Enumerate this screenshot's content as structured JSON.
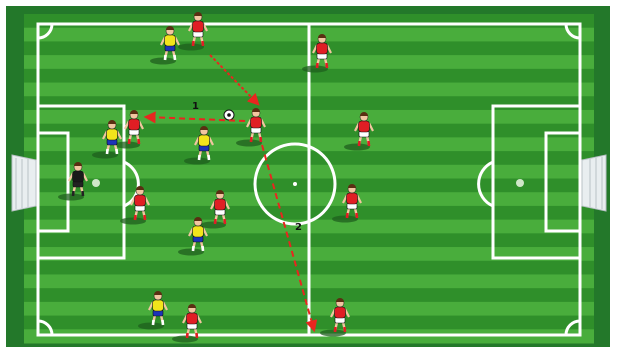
{
  "diagram": {
    "colors": {
      "grass_dark": "#2f8f2a",
      "grass_light": "#49ad3c",
      "border": "#23782a",
      "lines": "#ffffff",
      "arrow": "#e8261f",
      "red_shirt": "#e01e24",
      "yellow_shirt": "#f2e51b",
      "blue_shorts": "#1c33b8",
      "keeper_shirt": "#1a1a1a"
    },
    "labels": {
      "pass_1": "1",
      "pass_2": "2"
    },
    "red_team": [
      {
        "id": "r1",
        "label": "red-player-top-left"
      },
      {
        "id": "r2",
        "label": "red-player-top-center"
      },
      {
        "id": "r3",
        "label": "red-player-ball-carrier"
      },
      {
        "id": "r4",
        "label": "red-player-near-box"
      },
      {
        "id": "r5",
        "label": "red-player-left-mid"
      },
      {
        "id": "r6",
        "label": "red-player-center-left"
      },
      {
        "id": "r7",
        "label": "red-player-bottom-left"
      },
      {
        "id": "r8",
        "label": "red-player-right-top"
      },
      {
        "id": "r9",
        "label": "red-player-right-mid"
      },
      {
        "id": "r10",
        "label": "red-player-bottom-right"
      }
    ],
    "yellow_team": [
      {
        "id": "y1",
        "label": "yellow-player-top"
      },
      {
        "id": "y2",
        "label": "yellow-player-box"
      },
      {
        "id": "y3",
        "label": "yellow-player-mid"
      },
      {
        "id": "y4",
        "label": "yellow-player-lower"
      },
      {
        "id": "y5",
        "label": "yellow-player-bottom"
      }
    ],
    "goalkeeper": {
      "id": "gk",
      "label": "goalkeeper"
    }
  }
}
